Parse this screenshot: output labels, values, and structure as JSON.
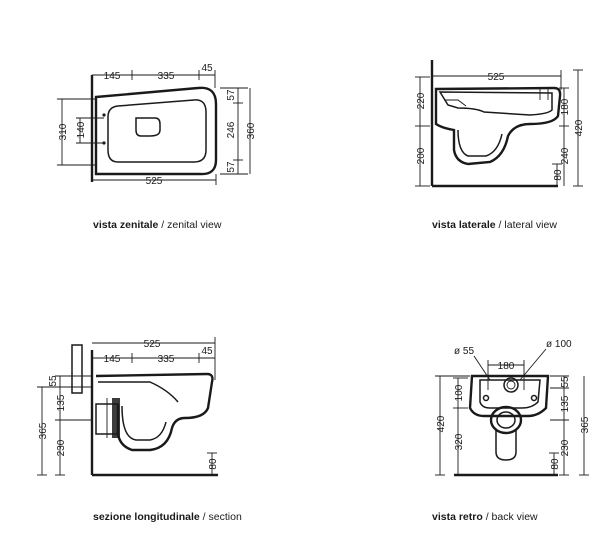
{
  "captions": {
    "zenital": {
      "bold": "vista zenitale",
      "rest": " / zenital view"
    },
    "lateral": {
      "bold": "vista laterale",
      "rest": " / lateral view"
    },
    "section": {
      "bold": "sezione longitudinale",
      "rest": " / section"
    },
    "back": {
      "bold": "vista retro",
      "rest": " / back view"
    }
  },
  "zenital_dims": {
    "top_a": "145",
    "top_b": "335",
    "top_c": "45",
    "left_outer": "310",
    "left_inner": "140",
    "right_a": "57",
    "right_b": "246",
    "right_c": "57",
    "right_total": "360",
    "bottom": "525"
  },
  "lateral_dims": {
    "top": "525",
    "left_upper": "220",
    "left_lower": "200",
    "right_upper": "180",
    "right_lower": "240",
    "right_total": "420",
    "right_floor": "80"
  },
  "section_dims": {
    "top_total": "525",
    "top_a": "145",
    "top_b": "335",
    "top_c": "45",
    "left_a": "55",
    "left_b": "135",
    "left_c": "230",
    "left_total": "365",
    "right_floor": "80"
  },
  "back_dims": {
    "dia_left": "ø 55",
    "dia_right": "ø 100",
    "span": "180",
    "left_a": "100",
    "left_b": "320",
    "left_total": "420",
    "right_a": "55",
    "right_b": "135",
    "right_c": "230",
    "right_total": "365",
    "right_floor": "80"
  }
}
